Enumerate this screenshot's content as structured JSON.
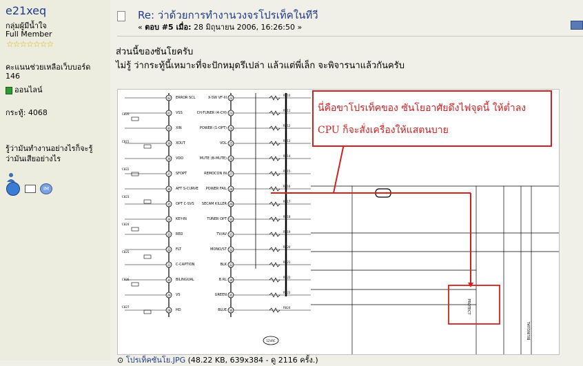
{
  "user": {
    "name": "e21xeq",
    "group": "กลุ่มผู้มีน้ำใจ",
    "rank": "Full Member",
    "stars": "☆☆☆☆☆☆☆",
    "help_score_label": "คะแนนช่วยเหลือเว็บบอร์ด",
    "help_score_value": "146",
    "status": "ออนไลน์",
    "posts": "กระทู้: 4068",
    "signature_line1": "รู้ว่ามันทำงานอย่างไรก็จะรู้",
    "signature_line2": "ว่ามันเสียอย่างไร"
  },
  "post": {
    "title": "Re: ว่าด้วยการทำงานวงจรโปรเท็คในทีวี",
    "meta_prefix": "« ",
    "reply_label": "ตอบ #5 เมื่อ:",
    "date": " 28 มิถุนายน 2006, 16:26:50 »",
    "line1": "ส่วนนี้ของซันโยครับ",
    "line2": "ไม่รู้ ว่ากระทู้นี้เหมาะที่จะปักหมุดรึเปล่า แล้วแต่พี่เล็ก จะพิจารนาแล้วกันครับ",
    "attachment_link": "โปรเท็คซันโย.JPG",
    "attachment_info": " (48.22 KB, 639x384 - ดู 2116 ครั้ง.)"
  },
  "schematic": {
    "callout_line1": "นี่คือขาโปรเท็คของ ซันโยอาศัยดึงไฟจุดนี้ ให้ต่ำลง",
    "callout_line2": "CPU ก็จะสั่งเครื่องให้แสตนบาย",
    "pins_left": [
      "ERROR SCL",
      "VSS",
      "XIN",
      "XOUT",
      "VDD",
      "SFOPT",
      "AFT S-CURVE",
      "OPT C-SVS",
      "KEY-IN",
      "RED",
      "FLT",
      "C-CAPTION",
      "BILINGUAL",
      "VS",
      "HD"
    ],
    "pins_right": [
      "X-SW VF-Ill",
      "CH-TUNER (4-CH)",
      "POWER (1-OPT)",
      "VOL",
      "MUTE (B-MUTE)",
      "REMOCON IN",
      "POWER FAIL",
      "SECAM KILLER",
      "TUNER OPT",
      "TV/AV",
      "MONO/ST",
      "BLK",
      "B.RL",
      "GREEN",
      "BLUE"
    ],
    "pins_left_num": [
      "42",
      "41",
      "40",
      "39",
      "38",
      "37",
      "36",
      "35",
      "34",
      "33",
      "32",
      "31",
      "30",
      "29",
      "28"
    ],
    "pins_right_num": [
      "22",
      "23",
      "24",
      "25",
      "26",
      "27",
      "28",
      "29",
      "30",
      "31",
      "32",
      "33",
      "34",
      "35",
      "36"
    ],
    "protect_label": "PROTECT",
    "bilingual_label": "BILINGUAL",
    "ic_label": "12VRC"
  },
  "colors": {
    "link": "#1f3a8a",
    "annotation": "#d02020",
    "background": "#f0f0e8"
  }
}
